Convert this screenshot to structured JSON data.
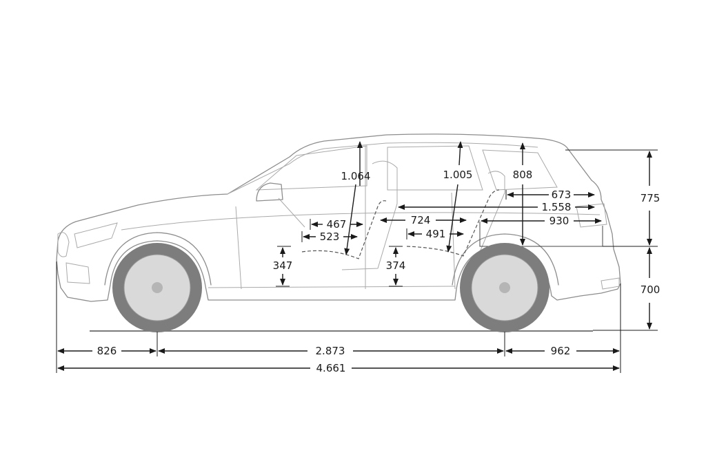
{
  "dimensions": {
    "front_overhang": "826",
    "wheelbase": "2.873",
    "rear_overhang": "962",
    "overall_length": "4.661",
    "rear_height_upper": "775",
    "rear_height_lower": "700",
    "front_headroom": "1.064",
    "rear_headroom": "1.005",
    "cargo_height": "808",
    "front_seat_depth_1": "467",
    "front_seat_depth_2": "523",
    "rear_legroom": "724",
    "rear_seat_depth": "491",
    "cargo_length_1": "673",
    "cargo_length_2": "1.558",
    "cargo_length_3": "930",
    "front_seat_height": "347",
    "rear_seat_height": "374"
  },
  "colors": {
    "dimension": "#1a1a1a",
    "outline": "#8c8c8c",
    "tire": "#7d7d7d",
    "rim": "#d9d9d9"
  }
}
